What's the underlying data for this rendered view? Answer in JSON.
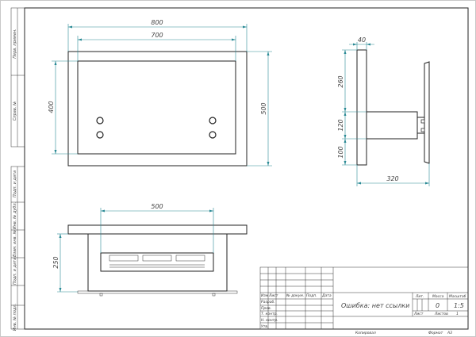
{
  "dimensions": {
    "front_outer_width": "800",
    "front_inner_width": "700",
    "front_inner_height": "400",
    "front_outer_height": "500",
    "side_depth": "40",
    "side_upper": "260",
    "side_middle": "120",
    "side_lower": "100",
    "side_projection": "320",
    "top_burner_width": "500",
    "top_height": "250"
  },
  "side_labels": [
    "Перв. примен.",
    "Справ. №",
    "Подп. и дата",
    "Инв. № дубл.",
    "Взам. инв. №",
    "Подп. и дата",
    "Инв. № подл."
  ],
  "title_block": {
    "title": "Ошибка: нет ссылки",
    "col_headers": [
      "Изм",
      "Лист",
      "№ докум.",
      "Подп.",
      "Дата"
    ],
    "row_labels": [
      "Разраб.",
      "Пров.",
      "Т. контр.",
      "Н. контр.",
      "Утв."
    ],
    "right_headers": [
      "Лит.",
      "Масса",
      "Масштаб"
    ],
    "mass": "0",
    "scale": "1:5",
    "sheet_label": "Лист",
    "sheets_label": "Листов",
    "sheets_value": "1",
    "copied": "Копировал",
    "format": "Формат",
    "format_value": "A3"
  }
}
